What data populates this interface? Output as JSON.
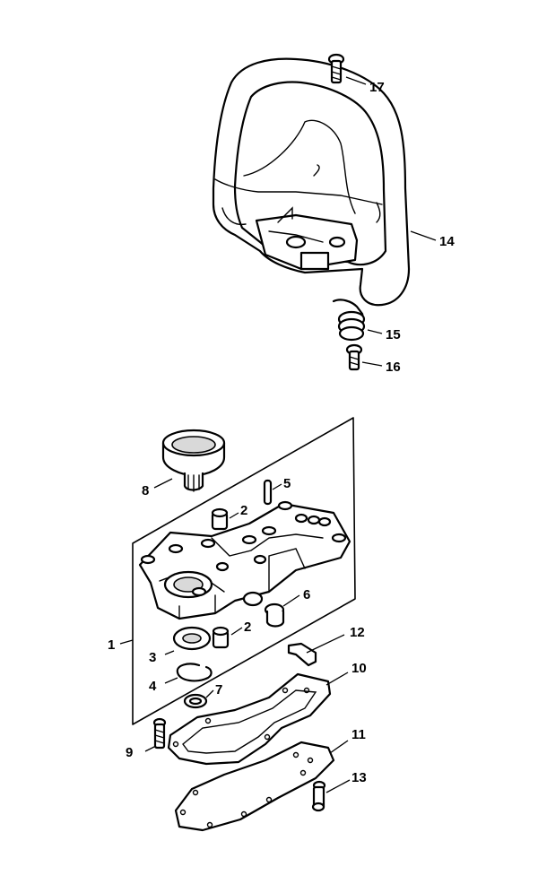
{
  "callouts": [
    {
      "id": "1",
      "text": "1"
    },
    {
      "id": "2a",
      "text": "2"
    },
    {
      "id": "2b",
      "text": "2"
    },
    {
      "id": "3",
      "text": "3"
    },
    {
      "id": "4",
      "text": "4"
    },
    {
      "id": "5",
      "text": "5"
    },
    {
      "id": "6",
      "text": "6"
    },
    {
      "id": "7",
      "text": "7"
    },
    {
      "id": "8",
      "text": "8"
    },
    {
      "id": "9",
      "text": "9"
    },
    {
      "id": "10",
      "text": "10"
    },
    {
      "id": "11",
      "text": "11"
    },
    {
      "id": "12",
      "text": "12"
    },
    {
      "id": "13",
      "text": "13"
    },
    {
      "id": "14",
      "text": "14"
    },
    {
      "id": "15",
      "text": "15"
    },
    {
      "id": "16",
      "text": "16"
    },
    {
      "id": "17",
      "text": "17"
    }
  ]
}
